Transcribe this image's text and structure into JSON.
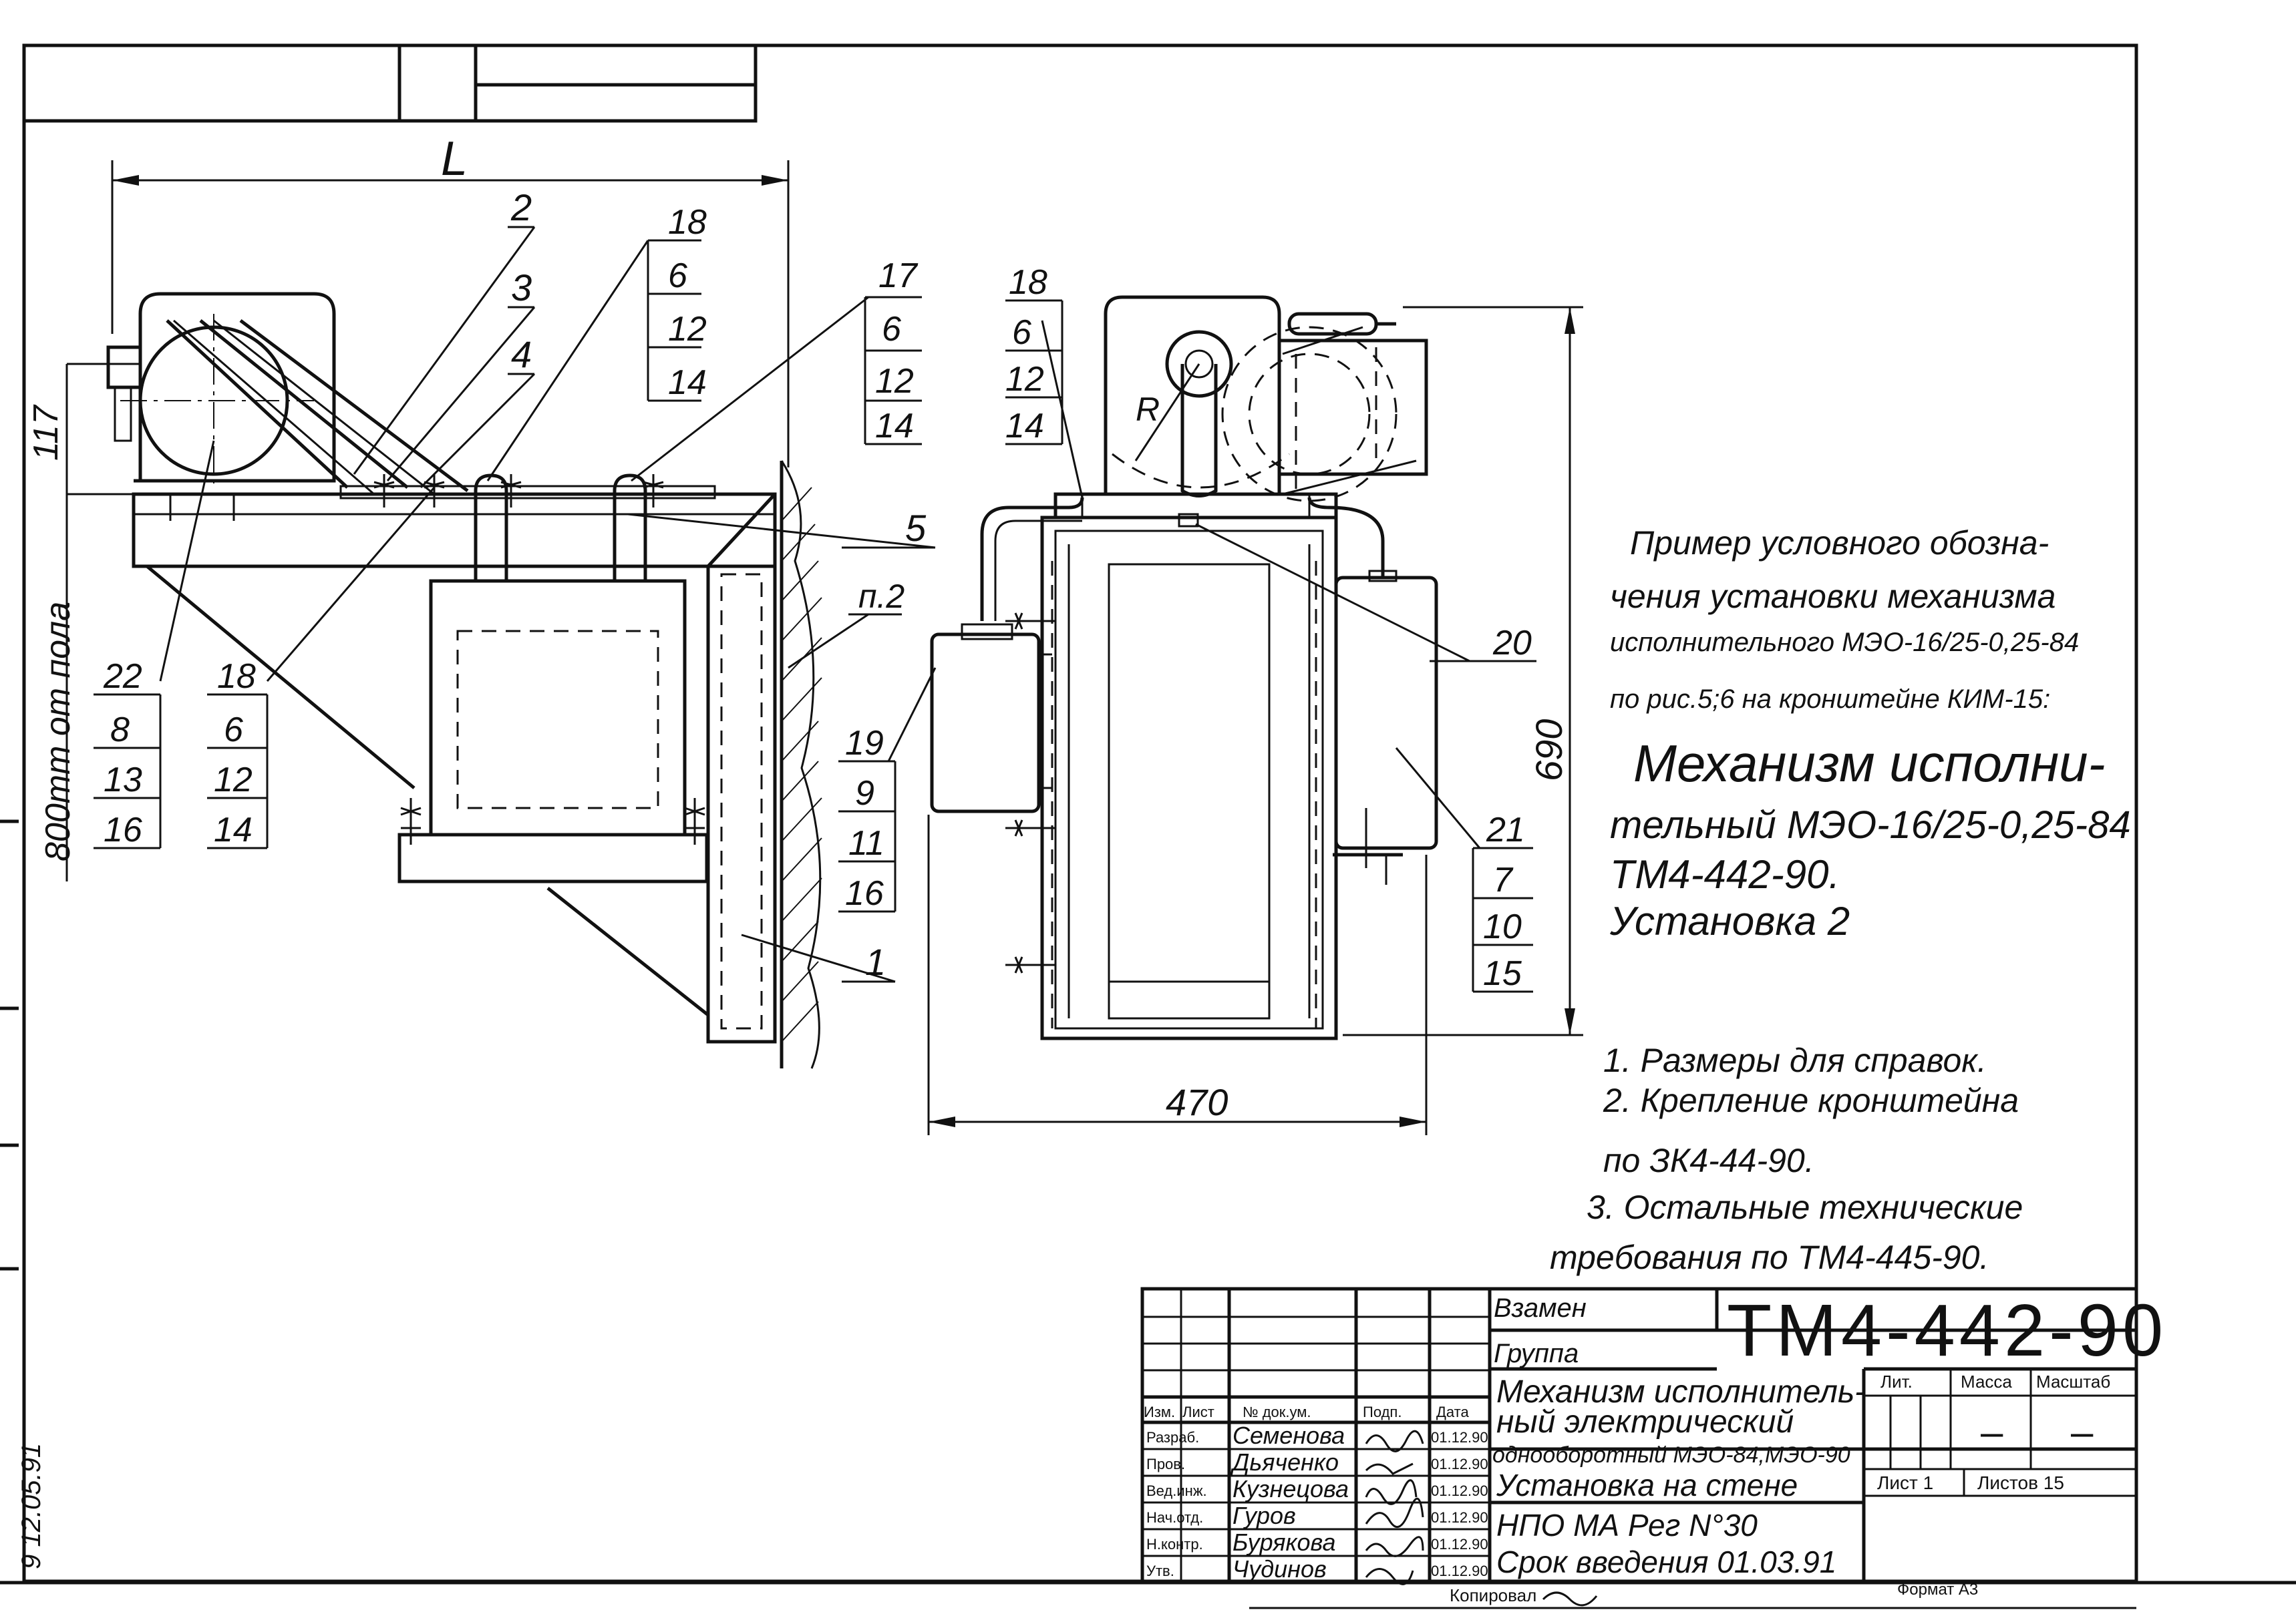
{
  "drawing": {
    "dim_L": "L",
    "dim_117": "117",
    "dim_690": "690",
    "dim_470": "470",
    "radius": "R",
    "floor_height": "800mm от пола",
    "wall_ref": "п.2"
  },
  "callouts_left": {
    "c2": "2",
    "c3": "3",
    "c4": "4",
    "c5": "5",
    "c1": "1",
    "stack_18a": [
      "18",
      "6",
      "12",
      "14"
    ],
    "stack_17": [
      "17",
      "6",
      "12",
      "14"
    ],
    "stack_22": [
      "22",
      "8",
      "13",
      "16"
    ],
    "stack_18b": [
      "18",
      "6",
      "12",
      "14"
    ]
  },
  "callouts_right": {
    "stack_18": [
      "18",
      "6",
      "12",
      "14"
    ],
    "stack_19": [
      "19",
      "9",
      "11",
      "16"
    ],
    "stack_21": [
      "21",
      "7",
      "10",
      "15"
    ],
    "c20": "20"
  },
  "example": {
    "line1": "Пример условного обозна-",
    "line2": "чения установки механизма",
    "line3": "исполнительного МЭО-16/25-0,25-84",
    "line4": "по рис.5;6 на кронштейне КИМ-15:",
    "big1": "Механизм исполни-",
    "big2": "тельный МЭО-16/25-0,25-84",
    "big3": "ТМ4-442-90.",
    "big4": "Установка 2"
  },
  "notes": {
    "n1": "1. Размеры для справок.",
    "n2": "2. Крепление кронштейна",
    "n2b": "по ЗК4-44-90.",
    "n3": "3. Остальные технические",
    "n3b": "требования по ТМ4-445-90."
  },
  "title_block": {
    "vzamen": "Взамен",
    "gruppa": "Группа",
    "doc_code": "ТМ4-442-90",
    "name1": "Механизм исполнитель-",
    "name2": "ный электрический",
    "name3": "однооборотный МЭО-84,МЭО-90",
    "name4": "Установка на стене",
    "org": "НПО МА Рег N°30",
    "date_intro": "Срок введения 01.03.91",
    "lit": "Лит.",
    "mass": "Масса",
    "scale": "Масштаб",
    "mass_val": "–",
    "scale_val": "–",
    "sheet": "Лист 1",
    "sheets": "Листов 15",
    "copied": "Копировал",
    "format": "Формат А3",
    "hdr_izm": "Изм.",
    "hdr_list": "Лист",
    "hdr_doc": "№ док.ум.",
    "hdr_sign": "Подп.",
    "hdr_date": "Дата",
    "roles": [
      "Разраб.",
      "Пров.",
      "Вед.инж.",
      "Нач.отд.",
      "Н.контр.",
      "Утв."
    ],
    "names": [
      "Семенова",
      "Дьяченко",
      "Кузнецова",
      "Гуров",
      "Бурякова",
      "Чудинов"
    ],
    "dates": [
      "01.12.90",
      "01.12.90",
      "01.12.90",
      "01.12.90",
      "01.12.90",
      "01.12.90"
    ]
  },
  "margin_stamp": "9 12.05.91"
}
